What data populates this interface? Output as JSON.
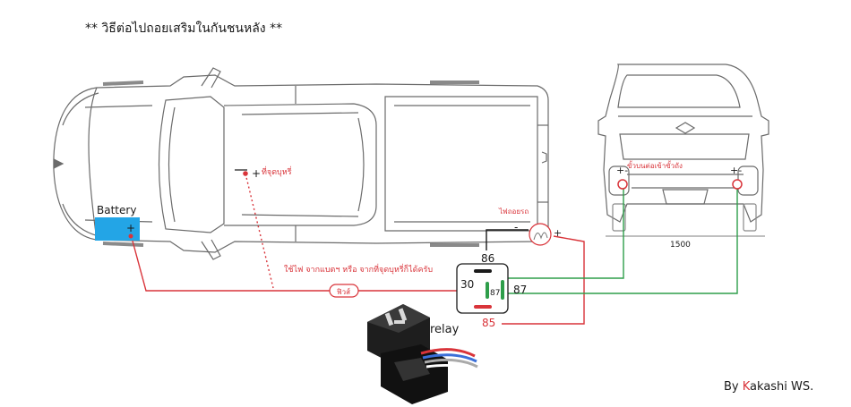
{
  "title": "** วิธีต่อไปถอยเสริมในกันชนหลัง **",
  "labels": {
    "battery": "Battery",
    "battery_plus": "+",
    "cigarette_plus": "+",
    "cigarette_lighter": "ที่จุดบุหรี่",
    "power_note": "ใช้ไฟ จากแบตฯ หรือ จากที่จุดบุหรี่ก็ได้ครับ",
    "fuse": "ฟิวส์",
    "reverse_light": "ไฟถอยรถ",
    "reverse_minus": "-",
    "reverse_plus": "+",
    "rear_socket_note": "ขั้วบนต่อเข้าขั้วถัง",
    "left_plus_minus": "+-",
    "right_plus_minus": "+-",
    "dimension": "1500",
    "relay": "relay",
    "credit_prefix": "By ",
    "credit_k": "K",
    "credit_rest": "akashi WS."
  },
  "relay_pins": {
    "pin_86": "86",
    "pin_30": "30",
    "pin_87": "87",
    "pin_87_center": "87",
    "pin_85": "85"
  },
  "colors": {
    "wire_red": "#d9343a",
    "wire_green": "#2e9e4a",
    "battery_fill": "#23a5e6",
    "outline": "#6b6b6b",
    "text": "#1a1a1a",
    "credit_k": "#d9343a"
  }
}
